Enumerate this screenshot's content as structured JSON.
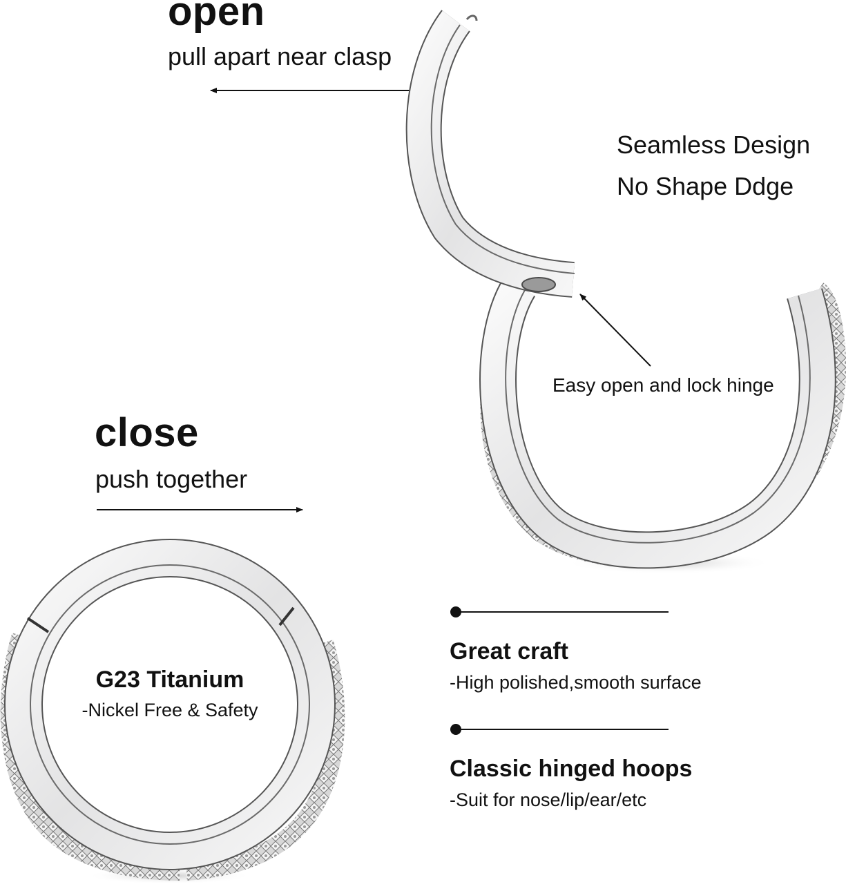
{
  "open": {
    "title": "open",
    "subtitle": "pull apart near clasp"
  },
  "close": {
    "title": "close",
    "subtitle": "push together"
  },
  "features": {
    "line1": "Seamless Design",
    "line2": "No Shape Ddge"
  },
  "hinge_label": "Easy open and lock hinge",
  "material": {
    "title": "G23 Titanium",
    "subtitle": "-Nickel Free & Safety"
  },
  "specs": [
    {
      "title": "Great craft",
      "subtitle": "-High polished,smooth surface"
    },
    {
      "title": "Classic hinged hoops",
      "subtitle": "-Suit for nose/lip/ear/etc"
    }
  ],
  "colors": {
    "metal": "#e9e9ea",
    "metal_edge": "#5a5a5a",
    "text": "#111111"
  }
}
